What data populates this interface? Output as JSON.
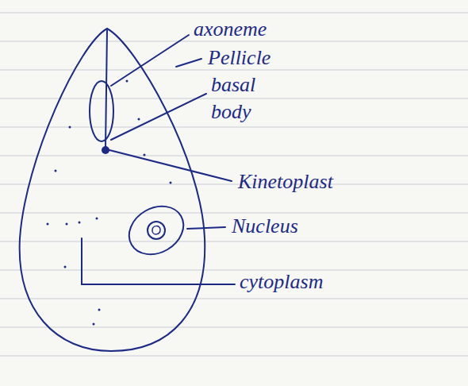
{
  "diagram": {
    "labels": [
      "axoneme",
      "Pellicle",
      "basal body",
      "Kinetoplast",
      "Nucleus",
      "cytoplasm"
    ]
  }
}
